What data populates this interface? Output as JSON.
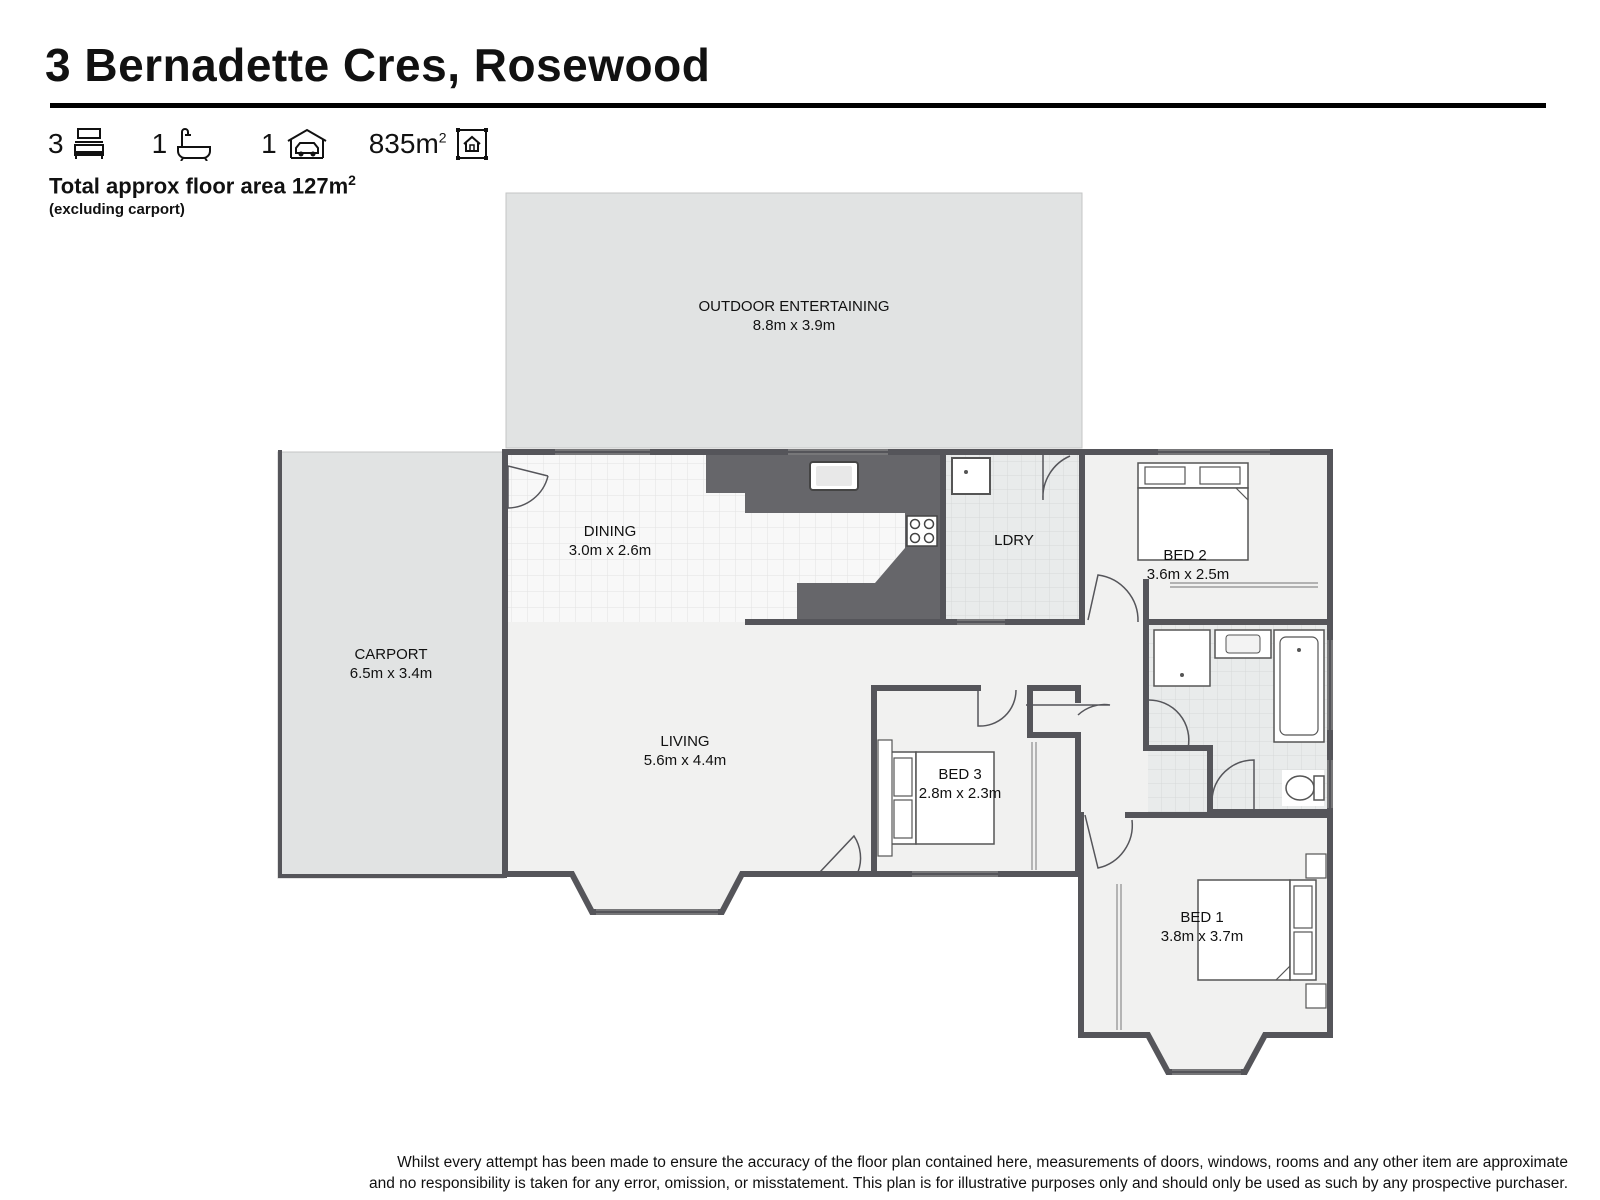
{
  "header": {
    "title": "3 Bernadette Cres, Rosewood"
  },
  "stats": {
    "bedrooms": "3",
    "bathrooms": "1",
    "car_spaces": "1",
    "land_area": "835m",
    "land_area_sup": "2"
  },
  "floor_area": {
    "text": "Total approx floor area 127m",
    "sup": "2",
    "note": "(excluding carport)"
  },
  "rooms": {
    "outdoor": {
      "name": "OUTDOOR ENTERTAINING",
      "size": "8.8m x 3.9m"
    },
    "carport": {
      "name": "CARPORT",
      "size": "6.5m x 3.4m"
    },
    "dining": {
      "name": "DINING",
      "size": "3.0m x 2.6m"
    },
    "laundry": {
      "name": "LDRY"
    },
    "bed2": {
      "name": "BED 2",
      "size": "3.6m x 2.5m"
    },
    "living": {
      "name": "LIVING",
      "size": "5.6m x 4.4m"
    },
    "bed3": {
      "name": "BED 3",
      "size": "2.8m x 2.3m"
    },
    "bed1": {
      "name": "BED 1",
      "size": "3.8m x 3.7m"
    }
  },
  "icons": {
    "bedrooms": "bed-icon",
    "bathrooms": "bath-icon",
    "car_spaces": "garage-car-icon",
    "land_area": "land-area-icon"
  },
  "colors": {
    "wall": "#55555a",
    "bench": "#6a6a6e",
    "outdoor_fill": "#e0e2e2",
    "room_fill": "#f1f1f0",
    "tile_fill": "#f7f7f7",
    "wet_fill": "#e6e8e8"
  },
  "disclaimer": {
    "line1": "Whilst every attempt has been made to ensure the accuracy of the floor plan contained here, measurements of doors, windows, rooms and any other item are approximate",
    "line2": "and no responsibility is taken for any error, omission, or misstatement. This plan is for illustrative purposes only and should only be used as such by any prospective purchaser."
  }
}
